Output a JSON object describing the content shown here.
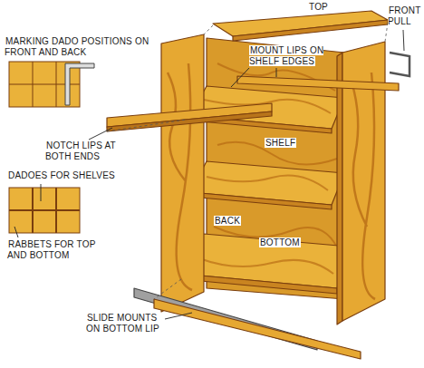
{
  "diagram": {
    "labels": [
      "TOP",
      "FRONT PULL",
      "MARKING DADO POSITIONS ON FRONT AND BACK",
      "MOUNT LIPS ON SHELF EDGES",
      "SHELF",
      "NOTCH LIPS AT BOTH ENDS",
      "DADOES FOR SHELVES",
      "BACK",
      "BOTTOM",
      "RABBETS FOR TOP AND BOTTOM",
      "SLIDE MOUNTS ON BOTTOM LIP"
    ]
  }
}
